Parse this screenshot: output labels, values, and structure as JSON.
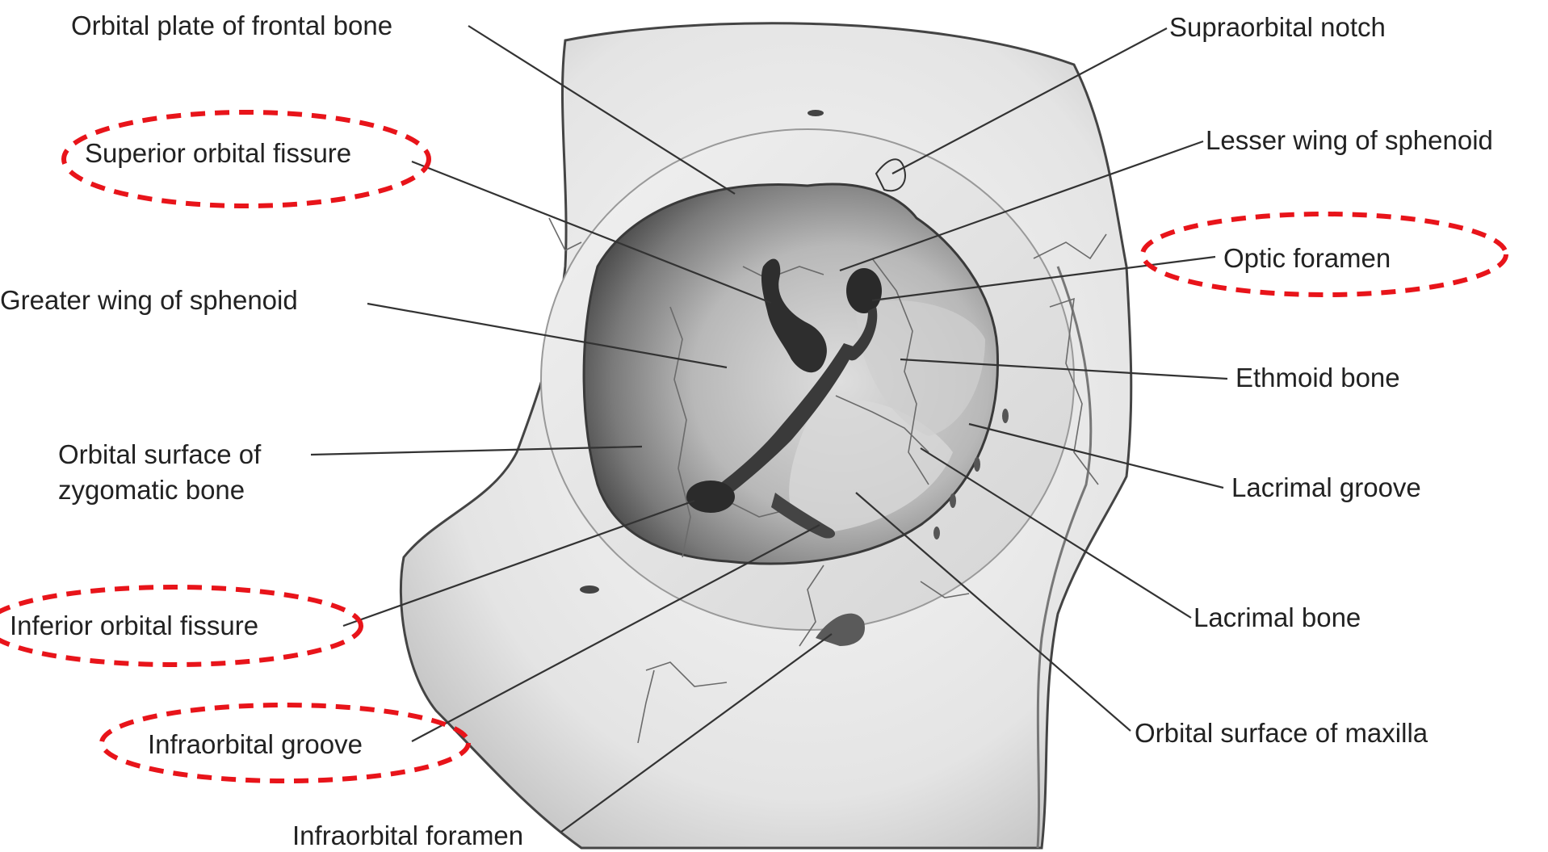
{
  "labels": {
    "orbital_plate": "Orbital plate of frontal bone",
    "supraorbital_notch": "Supraorbital notch",
    "superior_orbital_fissure": "Superior orbital fissure",
    "lesser_wing": "Lesser wing of sphenoid",
    "optic_foramen": "Optic foramen",
    "greater_wing": "Greater wing of sphenoid",
    "ethmoid": "Ethmoid bone",
    "zygomatic_line1": "Orbital surface of",
    "zygomatic_line2": "zygomatic bone",
    "lacrimal_groove": "Lacrimal groove",
    "inferior_orbital_fissure": "Inferior orbital fissure",
    "lacrimal_bone": "Lacrimal bone",
    "infraorbital_groove": "Infraorbital groove",
    "maxilla_surface": "Orbital surface of maxilla",
    "infraorbital_foramen": "Infraorbital foramen"
  },
  "highlighted_labels": [
    "Superior orbital fissure",
    "Optic foramen",
    "Inferior orbital fissure",
    "Infraorbital groove"
  ],
  "colors": {
    "highlight": "#e8141a",
    "leader_line": "#333333",
    "bone_light": "#eeeeee",
    "bone_shadow": "#6a6a6a",
    "fissure": "#2e2e2e"
  }
}
